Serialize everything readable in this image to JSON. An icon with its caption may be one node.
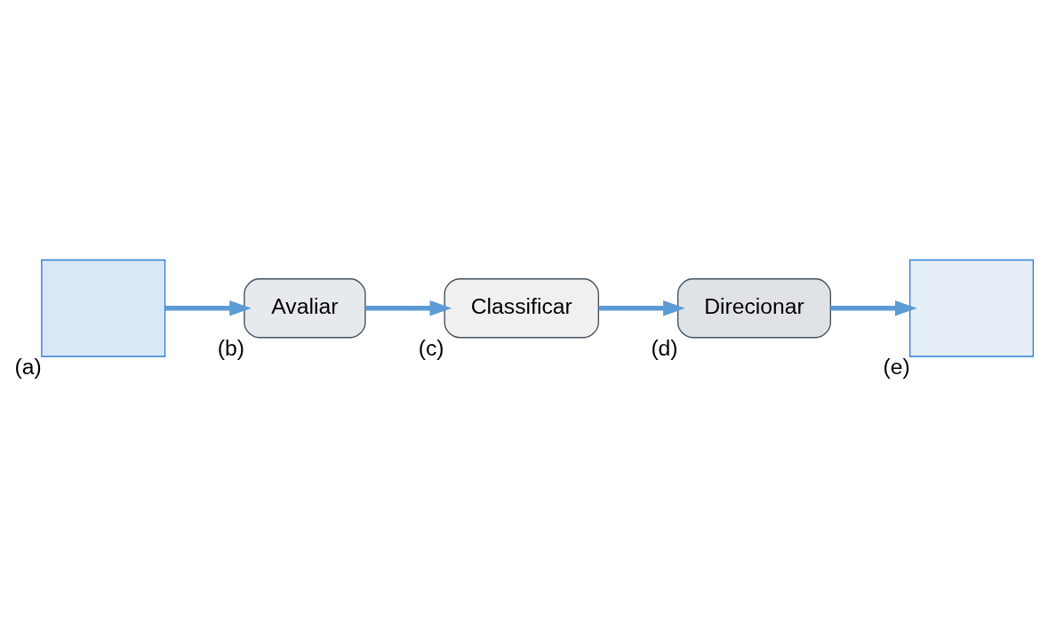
{
  "diagram": {
    "nodes": [
      {
        "text": [],
        "shape": "box",
        "beside": [
          "(a)"
        ]
      },
      {
        "text": [
          "Avaliar"
        ],
        "beside": [
          "(b)"
        ]
      },
      {
        "text": [
          "Classificar"
        ],
        "beside": [
          "(c)"
        ]
      },
      {
        "text": [
          "Direcionar"
        ],
        "beside": [
          "(d)"
        ]
      },
      {
        "text": [],
        "shape": "box",
        "beside": [
          "(e)"
        ]
      }
    ],
    "edges": [
      {
        "from": 0,
        "to": 1,
        "arrow": "to"
      },
      {
        "from": 1,
        "to": 2,
        "arrow": "to"
      },
      {
        "from": 2,
        "to": 3,
        "arrow": "to"
      },
      {
        "from": 3,
        "to": 4,
        "arrow": "to"
      }
    ]
  }
}
